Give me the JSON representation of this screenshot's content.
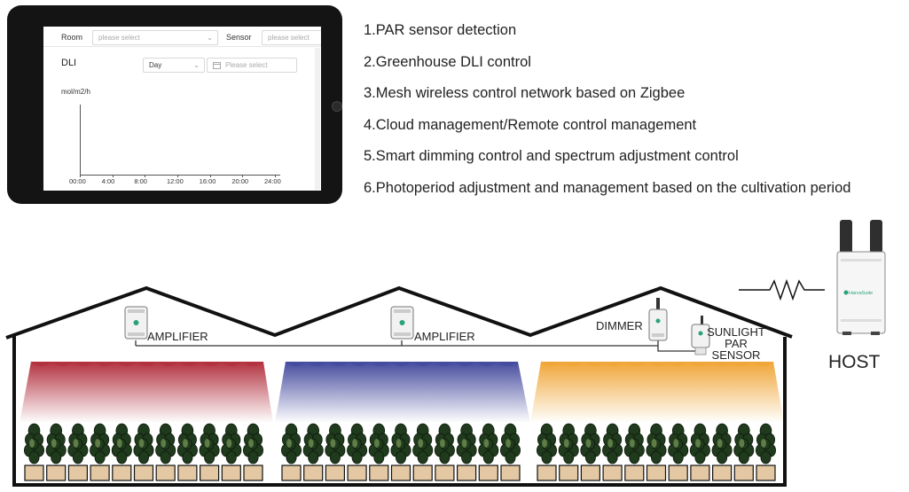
{
  "tablet_app": {
    "room_label": "Room",
    "room_placeholder": "please select",
    "sensor_label": "Sensor",
    "sensor_placeholder": "please select",
    "chart_title": "DLI",
    "period_select": "Day",
    "date_placeholder": "Please select",
    "y_unit": "mol/m2/h",
    "x_ticks": [
      "00:00",
      "4:00",
      "8:00",
      "12:00",
      "16:00",
      "20:00",
      "24:00"
    ]
  },
  "features": [
    "1.PAR sensor detection",
    "2.Greenhouse DLI control",
    "3.Mesh wireless control network based on Zigbee",
    "4.Cloud management/Remote control management",
    "5.Smart dimming control and spectrum adjustment control",
    "6.Photoperiod adjustment and management based on the cultivation period"
  ],
  "greenhouse": {
    "amplifier_1": "AMPLIFIER",
    "amplifier_2": "AMPLIFIER",
    "dimmer": "DIMMER",
    "sensor_line1": "SUNLIGHT",
    "sensor_line2": "PAR",
    "sensor_line3": "SENSOR",
    "host": "HOST",
    "host_brand": "HarvaSuite",
    "light_colors": [
      "#b2323f",
      "#454b9e",
      "#f0a638"
    ],
    "plants_per_bay": 11
  }
}
